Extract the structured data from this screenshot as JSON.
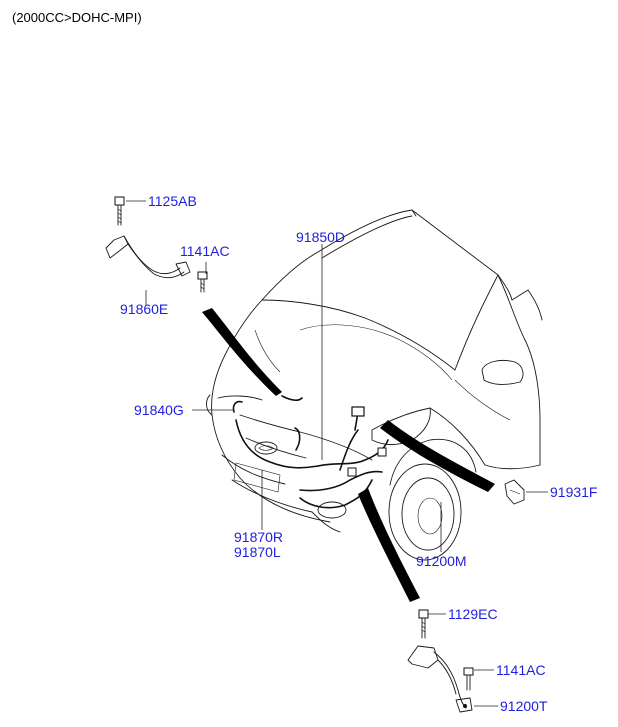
{
  "header": {
    "engine_note": "(2000CC>DOHC-MPI)"
  },
  "colors": {
    "label": "#1f1fe0",
    "line": "#1a1a1a",
    "swoosh": "#000000"
  },
  "parts": [
    {
      "id": "p1",
      "number": "1125AB"
    },
    {
      "id": "p2",
      "number": "1141AC"
    },
    {
      "id": "p3",
      "number": "91860E"
    },
    {
      "id": "p4",
      "number": "91850D"
    },
    {
      "id": "p5",
      "number": "91840G"
    },
    {
      "id": "p6",
      "number": "91931F"
    },
    {
      "id": "p7",
      "number": "91870R"
    },
    {
      "id": "p8",
      "number": "91870L"
    },
    {
      "id": "p9",
      "number": "91200M"
    },
    {
      "id": "p10",
      "number": "1129EC"
    },
    {
      "id": "p11",
      "number": "1141AC"
    },
    {
      "id": "p12",
      "number": "91200T"
    }
  ],
  "icons": {
    "vehicle": "suv-front-left-view",
    "ground_cable_top": "ground-cable-with-bolt",
    "ground_cable_bottom": "ground-cable-with-bolt",
    "clip": "harness-clip-bracket"
  }
}
